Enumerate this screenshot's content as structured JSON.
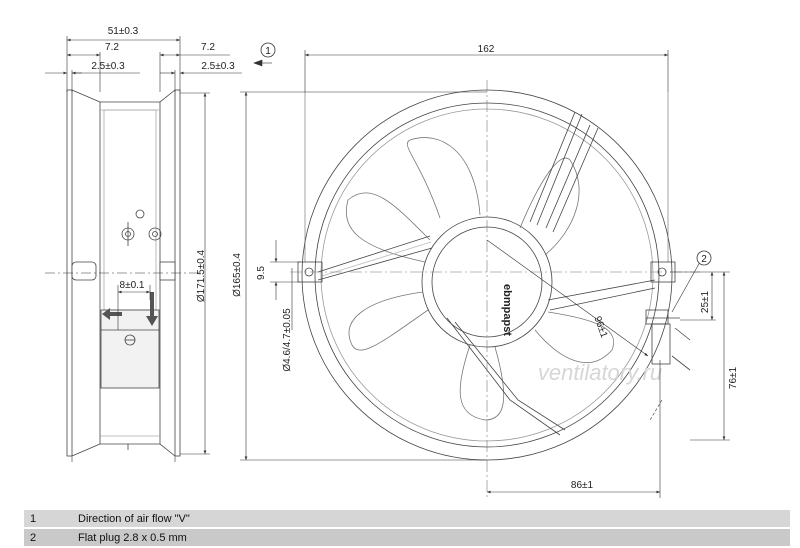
{
  "dimensions": {
    "overall_depth": "51±0.3",
    "flange_left": "7.2",
    "flange_right": "7.2",
    "flange_thickness_left": "2.5±0.3",
    "flange_thickness_right": "2.5±0.3",
    "square_width": "162",
    "hole_offset": "9.5",
    "diameter_housing": "Ø171.5±0.4",
    "diameter_hole_circle": "Ø165±0.4",
    "hole_diameter": "Ø4.6/4.7±0.05",
    "plug_offset": "8±0.1",
    "radius_cable": "96±1",
    "plug_height": "25±1",
    "plug_vertical": "76±1",
    "plug_horizontal": "86±1"
  },
  "callouts": {
    "one": "1",
    "two": "2"
  },
  "logo_text": "ebmpapst",
  "watermark": "ventilatory.ru",
  "legend": [
    {
      "number": "1",
      "description": "Direction of air flow \"V\""
    },
    {
      "number": "2",
      "description": "Flat plug 2.8 x 0.5 mm"
    }
  ]
}
